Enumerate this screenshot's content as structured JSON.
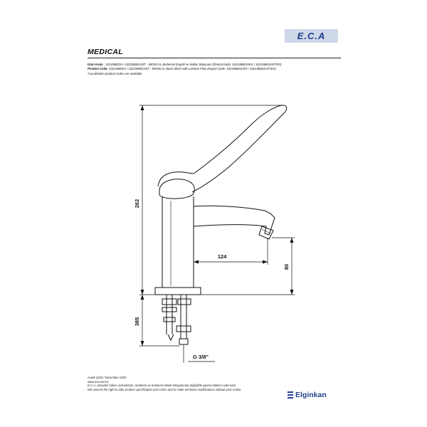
{
  "header": {
    "logo_text": "E.C.A",
    "title": "MEDICAL",
    "line1_label": "Ürün Kodu",
    "line1_text": ": 102108801H / 102108801HST - MEDICAL Bedensel Engelli ve Doktor Bataryası (İhracat Kodu: 102108801HEX / 102108801HSTEX)",
    "line2_label": "Product Code:",
    "line2_text": "102108801H / 102108801HST - MEDICAL Basin Mixer with Laminar Flow (Export Code: 102108801HEX / 102108801HSTEX)",
    "line3_text": "*Localization product codes are available."
  },
  "dimensions": {
    "height_total": "262",
    "spout_reach": "124",
    "spout_height": "80",
    "shank_length": "385",
    "connection": "G 3/8\""
  },
  "footer": {
    "date": "Aralık 2020 / December 2020",
    "website": "www.eca.com.tr",
    "note_tr": "E.C.A. önceden haber vermeksizin, ürünlerin ve ürünlerin teknik detaylarında değişiklik yapma hakkını saklı tutar.",
    "note_en": "We reserve the right to alter product specification and colors and to make technical modifications without prior notice.",
    "brand": "Elginkan"
  }
}
